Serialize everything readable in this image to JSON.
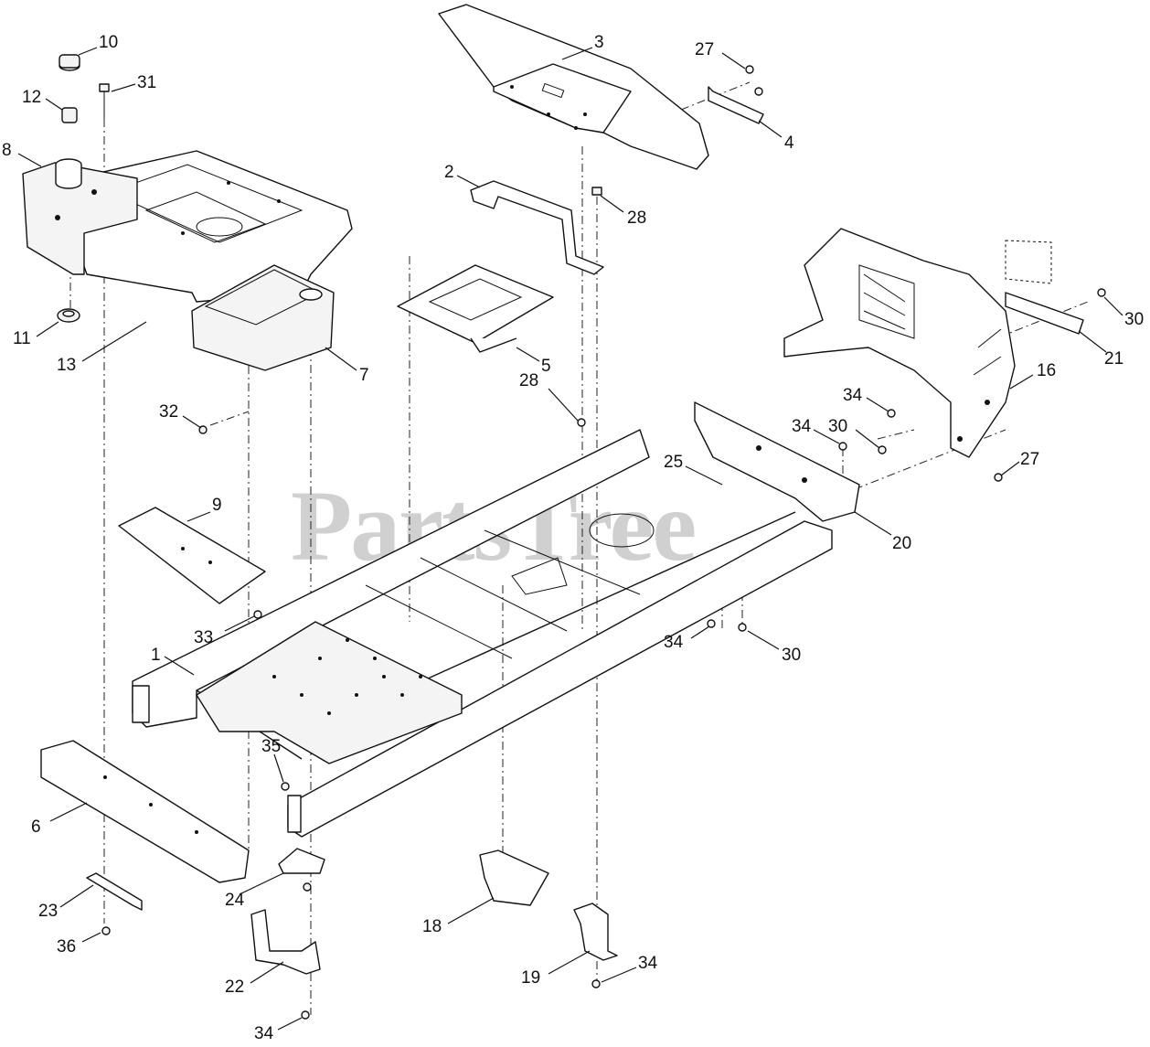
{
  "watermark": "PartsTree",
  "colors": {
    "line": "#111111",
    "watermark": "#c8c8c8",
    "background": "#ffffff"
  },
  "callouts": [
    {
      "id": "c10",
      "label": "10"
    },
    {
      "id": "c31",
      "label": "31"
    },
    {
      "id": "c12",
      "label": "12"
    },
    {
      "id": "c8",
      "label": "8"
    },
    {
      "id": "c11",
      "label": "11"
    },
    {
      "id": "c13",
      "label": "13"
    },
    {
      "id": "c7",
      "label": "7"
    },
    {
      "id": "c3",
      "label": "3"
    },
    {
      "id": "c27a",
      "label": "27"
    },
    {
      "id": "c4",
      "label": "4"
    },
    {
      "id": "c2",
      "label": "2"
    },
    {
      "id": "c28a",
      "label": "28"
    },
    {
      "id": "c5",
      "label": "5"
    },
    {
      "id": "c30a",
      "label": "30"
    },
    {
      "id": "c21",
      "label": "21"
    },
    {
      "id": "c16",
      "label": "16"
    },
    {
      "id": "c34a",
      "label": "34"
    },
    {
      "id": "c34b",
      "label": "34"
    },
    {
      "id": "c30b",
      "label": "30"
    },
    {
      "id": "c27b",
      "label": "27"
    },
    {
      "id": "c32",
      "label": "32"
    },
    {
      "id": "c28b",
      "label": "28"
    },
    {
      "id": "c25",
      "label": "25"
    },
    {
      "id": "c20",
      "label": "20"
    },
    {
      "id": "c9",
      "label": "9"
    },
    {
      "id": "c33",
      "label": "33"
    },
    {
      "id": "c34c",
      "label": "34"
    },
    {
      "id": "c30c",
      "label": "30"
    },
    {
      "id": "c1",
      "label": "1"
    },
    {
      "id": "c35",
      "label": "35"
    },
    {
      "id": "c6",
      "label": "6"
    },
    {
      "id": "c24",
      "label": "24"
    },
    {
      "id": "c23",
      "label": "23"
    },
    {
      "id": "c18",
      "label": "18"
    },
    {
      "id": "c36",
      "label": "36"
    },
    {
      "id": "c22",
      "label": "22"
    },
    {
      "id": "c19",
      "label": "19"
    },
    {
      "id": "c34d",
      "label": "34"
    },
    {
      "id": "c34e",
      "label": "34"
    }
  ]
}
